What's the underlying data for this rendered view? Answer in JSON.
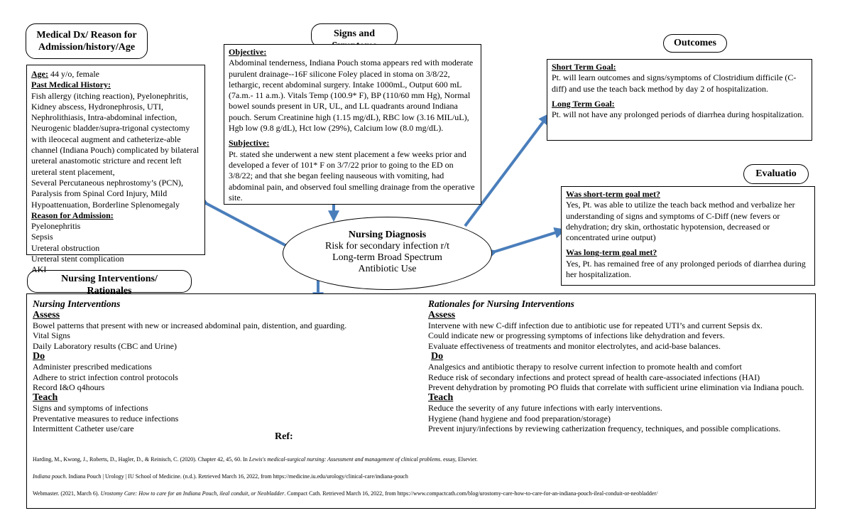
{
  "headers": {
    "medical": [
      "Medical Dx/ Reason for",
      "Admission/history/Age"
    ],
    "signs": [
      "Signs and",
      "Symptoms"
    ],
    "outcomes": "Outcomes",
    "evaluation": "Evaluatio",
    "interventions": [
      "Nursing Interventions/",
      "Rationales"
    ]
  },
  "history": {
    "age_label": "Age:",
    "age_value": " 44 y/o, female",
    "pmh_label": "Past Medical History:",
    "pmh_lines": [
      "Fish allergy (itching reaction), Pyelonephritis,",
      "Kidney abscess, Hydronephrosis, UTI,",
      "Nephrolithiasis, Intra-abdominal infection,",
      "Neurogenic bladder/supra-trigonal cystectomy",
      "with ileocecal augment and catheterize-able",
      "channel (Indiana Pouch) complicated by bilateral",
      "ureteral anastomotic stricture and recent left",
      "ureteral stent placement,",
      "Several Percutaneous nephrostomy’s (PCN),",
      "Paralysis from Spinal Cord Injury, Mild",
      "Hypoattenuation, Borderline Splenomegaly"
    ],
    "reason_label": "Reason for Admission:",
    "reasons": [
      "Pyelonephritis",
      "Sepsis",
      "Ureteral obstruction",
      "Ureteral stent complication",
      "AKI"
    ]
  },
  "signs": {
    "objective_label": "Objective:",
    "objective_lines": [
      "Abdominal tenderness, Indiana Pouch stoma appears red with moderate",
      "purulent drainage--16F silicone Foley placed in stoma on 3/8/22,",
      "lethargic, recent abdominal surgery. Intake 1000mL, Output 600 mL",
      "(7a.m.- 11 a.m.). Vitals Temp (100.9* F), BP (110/60 mm Hg), Normal",
      "bowel sounds present in UR, UL, and LL quadrants around Indiana",
      "pouch. Serum Creatinine high (1.15 mg/dL), RBC low (3.16 MIL/uL),",
      "Hgb low (9.8 g/dL), Hct low (29%), Calcium low (8.0 mg/dL)."
    ],
    "subjective_label": "Subjective:",
    "subjective_lines": [
      "Pt. stated she underwent a new stent placement a few weeks prior and",
      "developed a fever of 101* F on 3/7/22 prior to going to the ED on",
      "3/8/22; and that she began feeling nauseous with vomiting, had",
      "abdominal pain, and observed foul smelling drainage from the operative",
      "site."
    ]
  },
  "outcomes": {
    "short_label": "Short Term Goal:",
    "short_lines": [
      "Pt. will learn outcomes and signs/symptoms of Clostridium difficile (C-",
      "diff) and use the teach back method by day 2 of hospitalization."
    ],
    "long_label": "Long Term Goal:",
    "long_lines": [
      "Pt. will not have any prolonged periods of diarrhea during hospitalization."
    ]
  },
  "evaluation": {
    "short_q": "Was short-term goal met?",
    "short_lines": [
      "Yes, Pt. was able to utilize the teach back method and verbalize her",
      "understanding of signs and symptoms of C-Diff (new fevers or",
      "dehydration; dry skin, orthostatic hypotension, decreased or",
      "concentrated urine output)"
    ],
    "long_q": "Was long-term goal met?",
    "long_lines": [
      "Yes, Pt. has remained free of any prolonged periods of diarrhea during",
      "her hospitalization."
    ]
  },
  "diagnosis": {
    "title": "Nursing Diagnosis",
    "lines": [
      "Risk for secondary infection r/t",
      "Long-term Broad Spectrum",
      "Antibiotic Use"
    ]
  },
  "interventions": {
    "title": "Nursing Interventions",
    "assess_label": "Assess ",
    "assess": [
      "Bowel patterns that present with new or increased abdominal pain, distention, and guarding.",
      "Vital Signs",
      "Daily Laboratory results (CBC and Urine)"
    ],
    "do_label": "Do",
    "do": [
      "Administer prescribed medications",
      "Adhere to strict infection control protocols",
      "Record I&O q4hours"
    ],
    "teach_label": "Teach",
    "teach": [
      "Signs and symptoms of infections",
      "Preventative measures to reduce infections",
      "Intermittent Catheter use/care"
    ]
  },
  "rationales": {
    "title": "Rationales for Nursing Interventions",
    "assess_label": "Assess",
    "assess": [
      "Intervene with new C-diff infection due to antibiotic use for repeated UTI’s and current Sepsis dx.",
      "Could indicate new or progressing symptoms of infections like dehydration and fevers.",
      "Evaluate effectiveness of treatments and monitor electrolytes, and acid-base balances."
    ],
    "do_label": "Do",
    "do": [
      "Analgesics and antibiotic therapy to resolve current infection to promote health and comfort",
      "Reduce risk of secondary infections and protect spread of health care-associated infections (HAI)",
      "Prevent dehydration by promoting PO fluids that correlate with sufficient urine elimination via Indiana pouch."
    ],
    "teach_label": "Teach",
    "teach": [
      "Reduce the severity of any future infections with early interventions.",
      "Hygiene (hand hygiene and food preparation/storage)",
      "Prevent injury/infections by reviewing catherization frequency, techniques, and possible complications."
    ]
  },
  "references": {
    "label": "Ref:",
    "ref1_a": "Harding, M., Kwong, J., Roberts, D., Hagler, D., & Reinisch, C. (2020). Chapter 42, 45, 60. In ",
    "ref1_i": "Lewis's medical-surgical nursing: Assessment and management of clinical problems",
    "ref1_b": ". essay, Elsevier.",
    "ref2_i": "Indiana pouch",
    "ref2_b": ". Indiana Pouch | Urology | IU School of Medicine. (n.d.). Retrieved March 16, 2022, from https://medicine.iu.edu/urology/clinical-care/indiana-pouch",
    "ref3_a": "Webmaster. (2021, March 6). ",
    "ref3_i": "Urostomy Care: How to care for an Indiana Pouch, ileal conduit, or Neobladder",
    "ref3_b": ". Compact Cath. Retrieved March 16, 2022, from https://www.compactcath.com/blog/urostomy-care-how-to-care-for-an-indiana-pouch-ileal-conduit-or-neobladder/"
  },
  "colors": {
    "arrow": "#4a7ebb",
    "border": "#000000"
  }
}
